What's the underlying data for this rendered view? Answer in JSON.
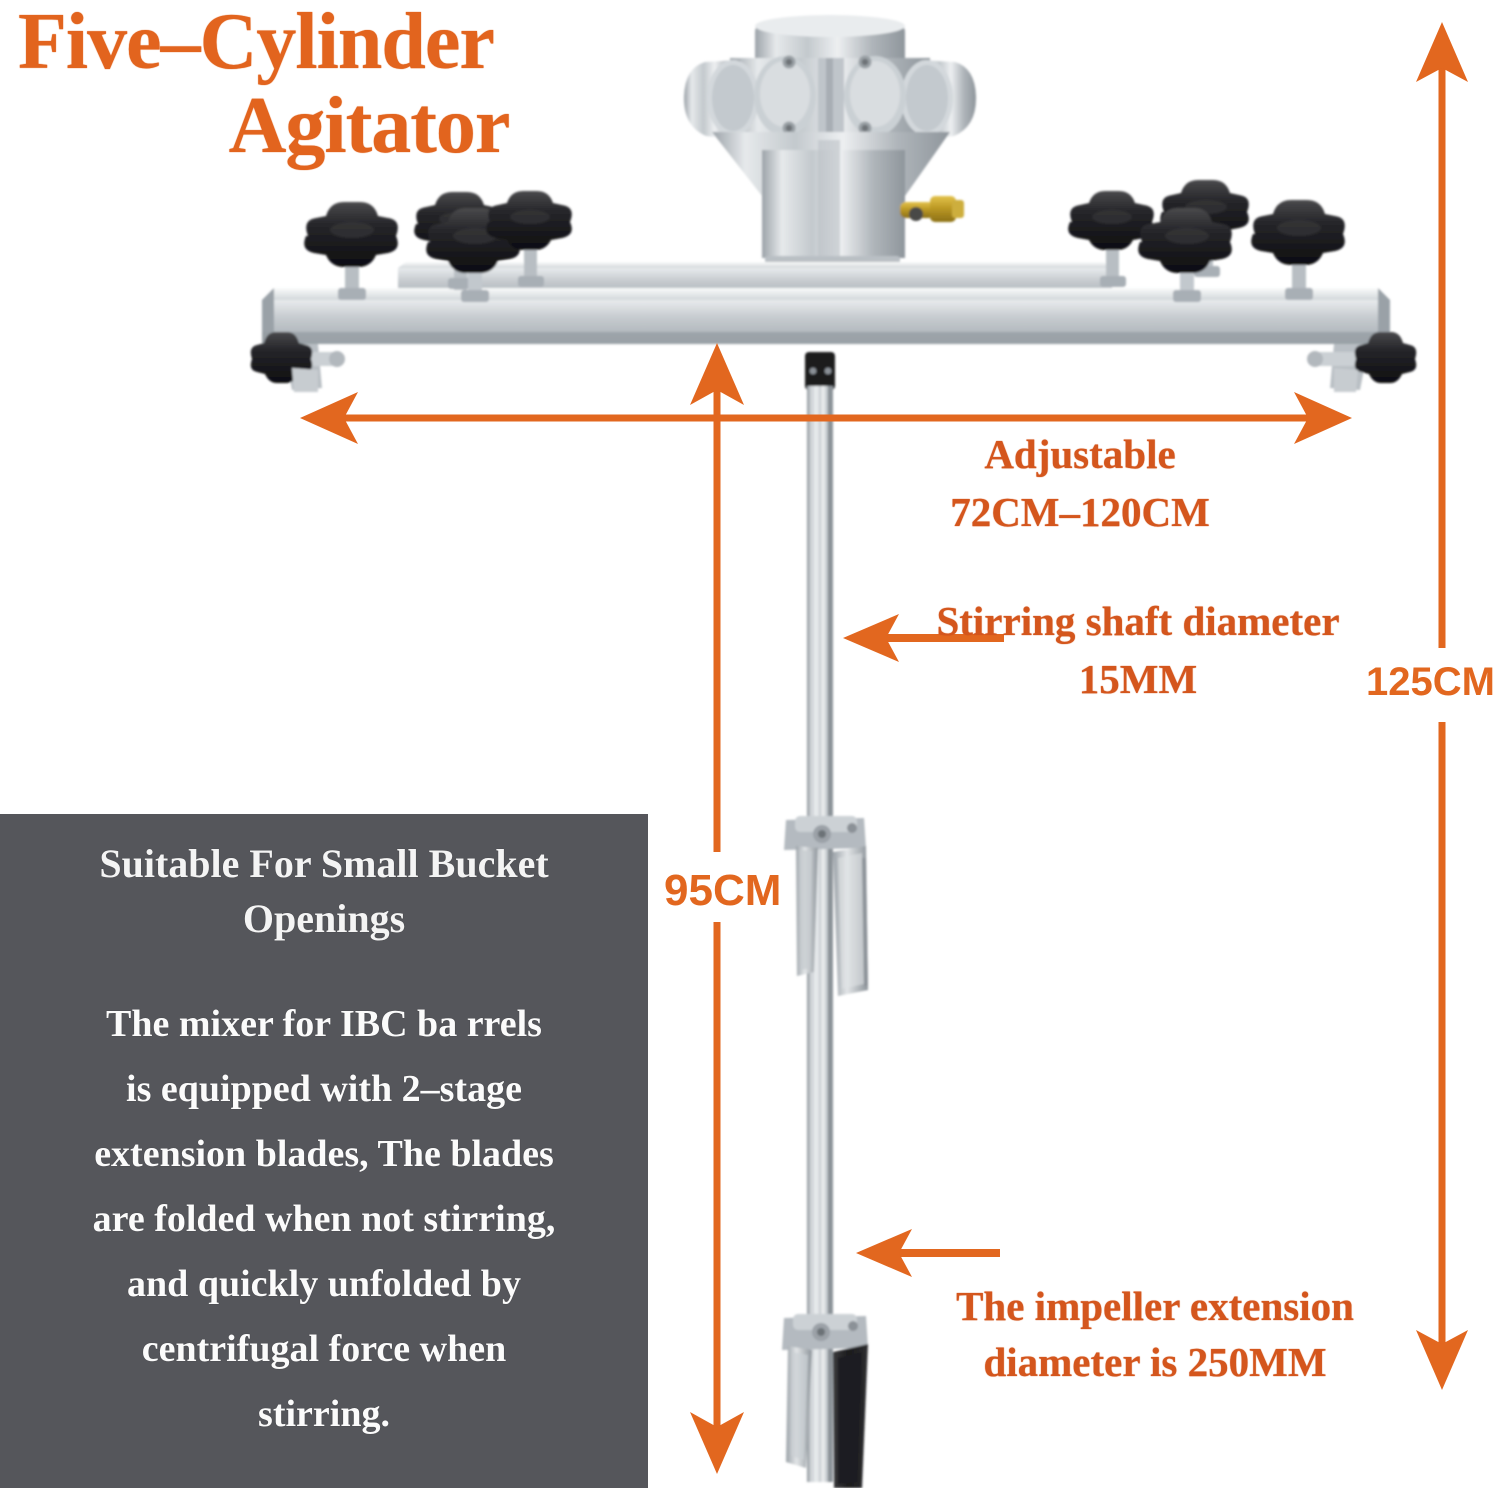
{
  "title": {
    "line1": "Five–Cylinder",
    "line2": "Agitator",
    "color": "#E2641E"
  },
  "info_panel": {
    "background": "#55565B",
    "heading_line1": "Suitable For Small Bucket",
    "heading_line2": "Openings",
    "body_lines": [
      "The mixer for IBC ba rrels",
      "is equipped with 2–stage",
      "extension blades, The blades",
      "are folded when not stirring,",
      "and quickly unfolded by",
      "centrifugal force when",
      "stirring."
    ]
  },
  "annotations": {
    "accent_color": "#D4561D",
    "adjustable": {
      "line1": "Adjustable",
      "line2": "72CM–120CM"
    },
    "shaft": {
      "line1": "Stirring shaft diameter",
      "line2": "15MM"
    },
    "impeller": {
      "line1": "The impeller extension",
      "line2": "diameter is 250MM"
    },
    "height_inner": "95CM",
    "height_outer": "125CM"
  },
  "product": {
    "name": "five-cylinder-pneumatic-agitator",
    "knob_color": "#171717",
    "metal_color": "#C8CCD0"
  }
}
